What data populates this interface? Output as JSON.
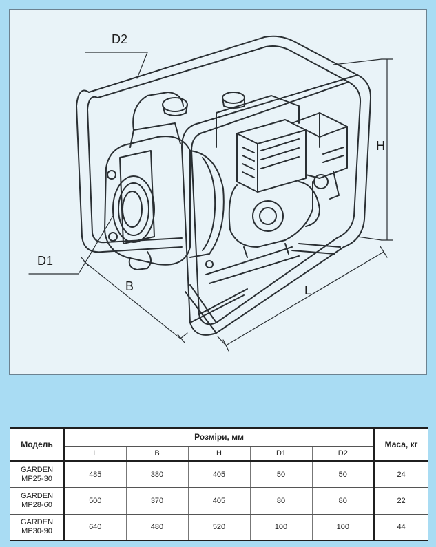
{
  "drawing": {
    "labels": {
      "d2": "D2",
      "d1": "D1",
      "h": "H",
      "b": "B",
      "l": "L"
    },
    "colors": {
      "line": "#2a2f33",
      "background": "#e9f3f8",
      "page": "#a9dcf3"
    }
  },
  "table": {
    "model_header": "Модель",
    "dimensions_header": "Розміри, мм",
    "mass_header": "Маса, кг",
    "sub_headers": [
      "L",
      "B",
      "H",
      "D1",
      "D2"
    ],
    "rows": [
      {
        "model_line1": "GARDEN",
        "model_line2": "MP25-30",
        "L": "485",
        "B": "380",
        "H": "405",
        "D1": "50",
        "D2": "50",
        "mass": "24"
      },
      {
        "model_line1": "GARDEN",
        "model_line2": "MP28-60",
        "L": "500",
        "B": "370",
        "H": "405",
        "D1": "80",
        "D2": "80",
        "mass": "22"
      },
      {
        "model_line1": "GARDEN",
        "model_line2": "MP30-90",
        "L": "640",
        "B": "480",
        "H": "520",
        "D1": "100",
        "D2": "100",
        "mass": "44"
      }
    ]
  }
}
